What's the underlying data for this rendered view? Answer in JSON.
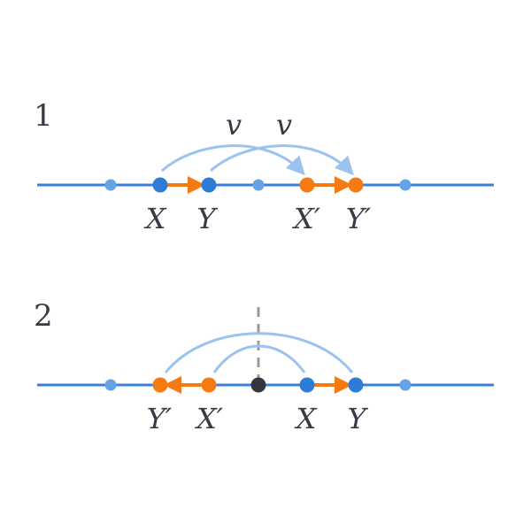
{
  "colors": {
    "axis": "#3a7fd9",
    "dot_light": "#64a3e6",
    "dot_blue": "#2f7bd8",
    "dot_orange": "#f57a12",
    "arc": "#9cc3ef",
    "center_dot": "#363640",
    "dashed": "#999999",
    "text": "#3a3a46"
  },
  "panel1": {
    "number": "1",
    "labels": {
      "x": "X",
      "y": "Y",
      "x_prime": "X′",
      "y_prime": "Y′"
    },
    "vector_labels": [
      "v",
      "v"
    ]
  },
  "panel2": {
    "number": "2",
    "labels": {
      "y_prime": "Y′",
      "x_prime": "X′",
      "x": "X",
      "y": "Y"
    }
  }
}
